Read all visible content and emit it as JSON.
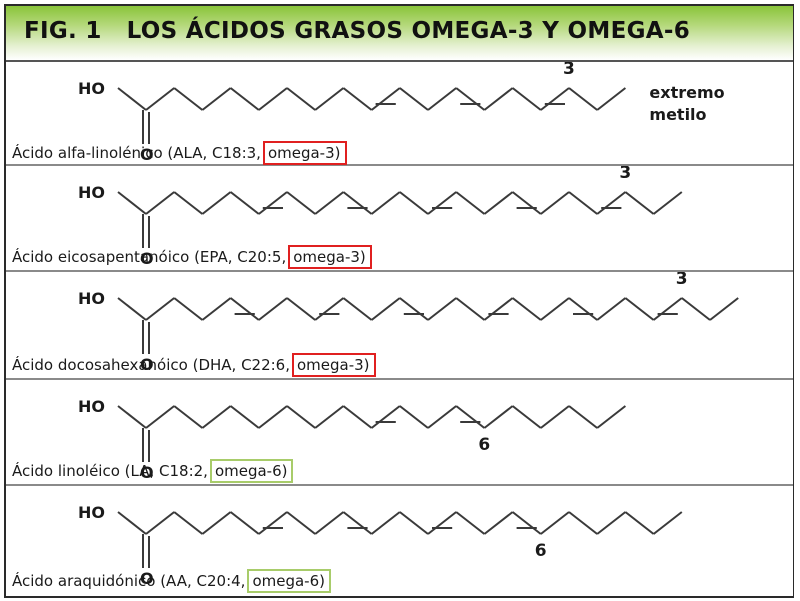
{
  "figure": {
    "title": "FIG. 1   LOS ÁCIDOS GRASOS OMEGA-3 Y OMEGA-6",
    "colors": {
      "header_green": "#8ac43a",
      "omega3_box": "#e02020",
      "omega6_box": "#a8cc6a",
      "bond": "#3a3a3a"
    },
    "labels": {
      "hydroxyl": "HO",
      "carbonyl_oxygen": "O",
      "methyl_end_line1": "extremo",
      "methyl_end_line2": "metilo"
    },
    "acids": [
      {
        "caption_prefix": "Ácido alfa-linolénico (ALA, C18:3,",
        "class_label": "omega-3)",
        "class": "omega-3",
        "carbons": 18,
        "double_bonds": 3,
        "double_bond_positions": [
          9,
          12,
          15
        ],
        "omega_marker": "3",
        "show_methyl_label": true
      },
      {
        "caption_prefix": "Ácido eicosapentanóico (EPA, C20:5,",
        "class_label": "omega-3)",
        "class": "omega-3",
        "carbons": 20,
        "double_bonds": 5,
        "double_bond_positions": [
          5,
          8,
          11,
          14,
          17
        ],
        "omega_marker": "3",
        "show_methyl_label": false
      },
      {
        "caption_prefix": "Ácido docosahexanóico (DHA, C22:6,",
        "class_label": "omega-3)",
        "class": "omega-3",
        "carbons": 22,
        "double_bonds": 6,
        "double_bond_positions": [
          4,
          7,
          10,
          13,
          16,
          19
        ],
        "omega_marker": "3",
        "show_methyl_label": false
      },
      {
        "caption_prefix": "Ácido linoléico (LA, C18:2,",
        "class_label": "omega-6)",
        "class": "omega-6",
        "carbons": 18,
        "double_bonds": 2,
        "double_bond_positions": [
          9,
          12
        ],
        "omega_marker": "6",
        "show_methyl_label": false
      },
      {
        "caption_prefix": "Ácido araquidónico (AA, C20:4,",
        "class_label": "omega-6)",
        "class": "omega-6",
        "carbons": 20,
        "double_bonds": 4,
        "double_bond_positions": [
          5,
          8,
          11,
          14
        ],
        "omega_marker": "6",
        "show_methyl_label": false
      }
    ]
  }
}
